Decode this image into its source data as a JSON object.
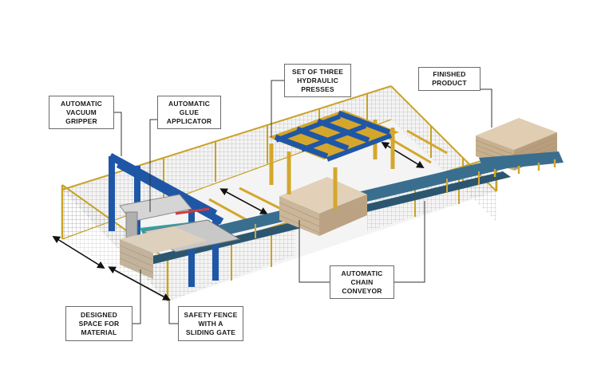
{
  "labels": {
    "vacuum_gripper": [
      "AUTOMATIC",
      "VACUUM",
      "GRIPPER"
    ],
    "glue_applicator": [
      "AUTOMATIC",
      "GLUE",
      "APPLICATOR"
    ],
    "hydraulic_presses": [
      "SET OF THREE",
      "HYDRAULIC",
      "PRESSES"
    ],
    "finished_product": [
      "FINISHED",
      "PRODUCT"
    ],
    "chain_conveyor": [
      "AUTOMATIC",
      "CHAIN",
      "CONVEYOR"
    ],
    "designed_space": [
      "DESIGNED",
      "SPACE FOR",
      "MATERIAL"
    ],
    "safety_fence": [
      "SAFETY FENCE",
      "WITH A",
      "SLIDING GATE"
    ]
  },
  "colors": {
    "fence_post": "#c9a227",
    "fence_mesh": "#9a9a9a",
    "frame_blue": "#1f57a6",
    "beam_yellow": "#d4a72c",
    "conveyor": "#3a6e8f",
    "board": "#cdb79b",
    "leader": "#333333"
  }
}
